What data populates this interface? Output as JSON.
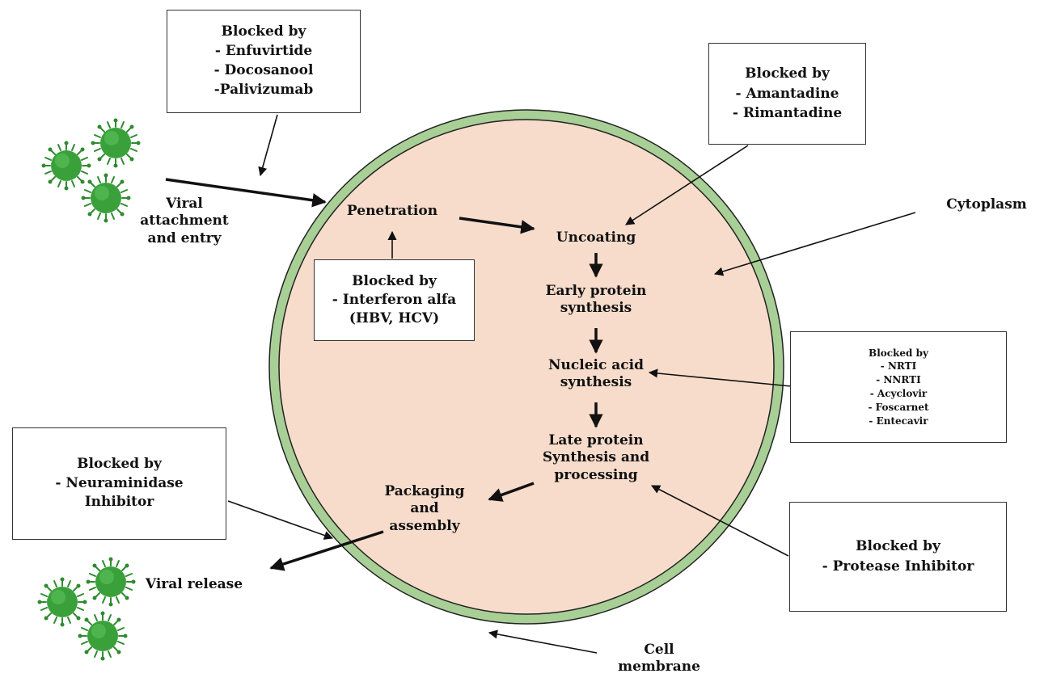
{
  "colors": {
    "cell_fill": "#f7dccb",
    "membrane": "#a8cf96",
    "membrane_edge": "#222222",
    "virus_body": "#3aa13a",
    "virus_spike": "#2f8a2f"
  },
  "icons": [
    "virus-icon"
  ],
  "steps": {
    "penetration": "Penetration",
    "uncoating": "Uncoating",
    "early_protein": "Early protein\nsynthesis",
    "nucleic_acid": "Nucleic acid\nsynthesis",
    "late_protein": "Late protein\nSynthesis and\nprocessing",
    "packaging": "Packaging\nand\nassembly"
  },
  "labels": {
    "viral_attachment": "Viral\nattachment\nand entry",
    "viral_release": "Viral release",
    "cytoplasm": "Cytoplasm",
    "cell_membrane": "Cell\nmembrane"
  },
  "blocked_boxes": {
    "entry": {
      "lines": [
        "Blocked by",
        "- Enfuvirtide",
        "- Docosanool",
        "-Palivizumab"
      ]
    },
    "uncoating": {
      "lines": [
        "Blocked by",
        "- Amantadine",
        "- Rimantadine"
      ]
    },
    "penetration": {
      "lines": [
        "Blocked by",
        "- Interferon alfa",
        "(HBV, HCV)"
      ]
    },
    "nucleic": {
      "lines": [
        "Blocked by",
        "- NRTI",
        "- NNRTI",
        "- Acyclovir",
        "- Foscarnet",
        "- Entecavir"
      ]
    },
    "release": {
      "lines": [
        "Blocked by",
        "- Neuraminidase",
        "Inhibitor"
      ]
    },
    "protease": {
      "lines": [
        "Blocked by",
        "- Protease Inhibitor"
      ]
    }
  }
}
